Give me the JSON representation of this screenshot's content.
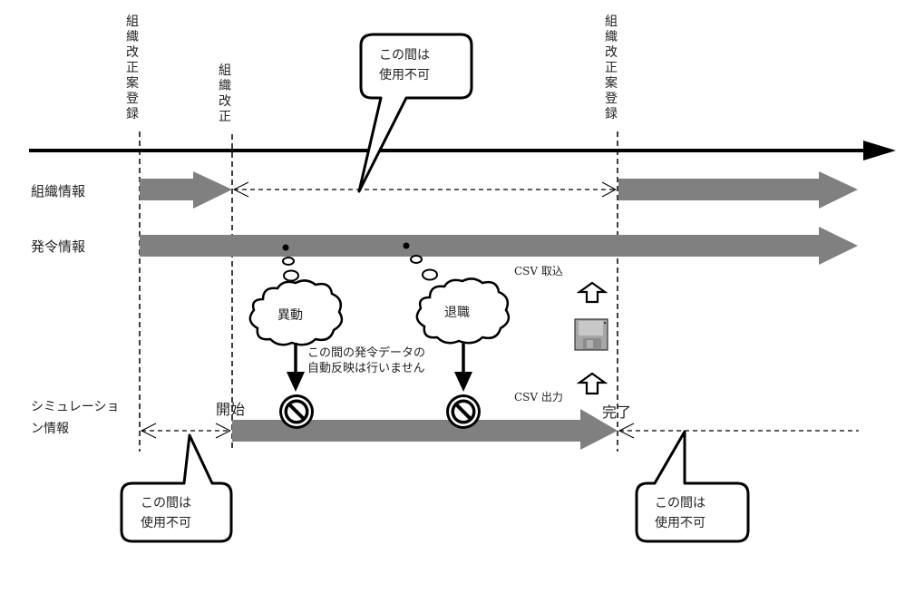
{
  "markers": {
    "reorg_plan_register_1": "組織改正案登録",
    "reorg": "組織改正",
    "reorg_plan_register_2": "組織改正案登録"
  },
  "rows": {
    "org_info": "組織情報",
    "order_info": "発令情報",
    "simulation_info_line1": "シミュレーショ",
    "simulation_info_line2": "ン情報"
  },
  "callouts": {
    "top": {
      "line1": "この間は",
      "line2": "使用不可"
    },
    "bottom_left": {
      "line1": "この間は",
      "line2": "使用不可"
    },
    "bottom_right": {
      "line1": "この間は",
      "line2": "使用不可"
    }
  },
  "events": {
    "transfer": "異動",
    "retirement": "退職"
  },
  "note": {
    "line1": "この間の発令データの",
    "line2": "自動反映は行いません"
  },
  "csv": {
    "import": "CSV 取込",
    "export": "CSV 出力"
  },
  "simulation": {
    "start": "開始",
    "end": "完了"
  },
  "icons": {
    "prohibited": "prohibited-icon",
    "floppy": "floppy-disk-icon",
    "up_arrow": "up-arrow-icon"
  },
  "colors": {
    "bar": "#808080",
    "line": "#000000"
  }
}
